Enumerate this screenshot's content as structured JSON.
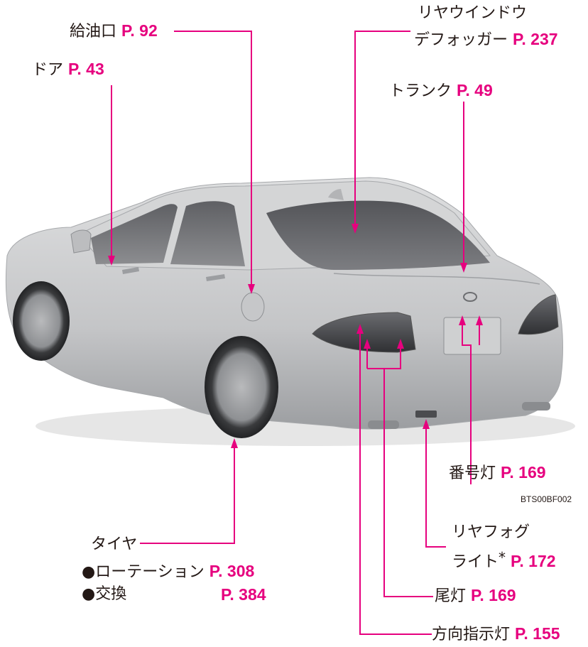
{
  "labels": {
    "fuel": {
      "text": "給油口",
      "page": "P. 92"
    },
    "rearwin1": {
      "text": "リヤウインドウ"
    },
    "rearwin2": {
      "text": "デフォッガー",
      "page": "P. 237"
    },
    "door": {
      "text": "ドア",
      "page": "P. 43"
    },
    "trunk": {
      "text": "トランク",
      "page": "P. 49"
    },
    "plate": {
      "text": "番号灯",
      "page": "P. 169"
    },
    "fog1": {
      "text": "リヤフォグ"
    },
    "fog2": {
      "text": "ライト",
      "star": "*",
      "page": "P. 172"
    },
    "tail": {
      "text": "尾灯",
      "page": "P. 169"
    },
    "turn": {
      "text": "方向指示灯",
      "page": "P. 155"
    },
    "tire": {
      "text": "タイヤ"
    },
    "rotation": {
      "text": "●ローテーション",
      "page": "P. 308"
    },
    "exchange": {
      "text": "●交換",
      "page": "P. 384"
    }
  },
  "figure_code": "BTS00BF002",
  "colors": {
    "accent": "#e6007e",
    "text": "#231815",
    "car": "#c9cacb"
  }
}
